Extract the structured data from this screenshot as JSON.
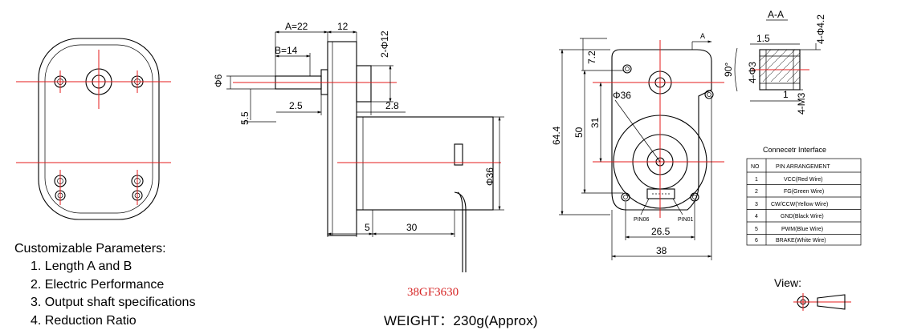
{
  "parameters": {
    "title": "Customizable Parameters:",
    "items": [
      "1. Length   A and B",
      "2. Electric Performance",
      "3. Output shaft specifications",
      "4. Reduction Ratio"
    ]
  },
  "model": "38GF3630",
  "weight": "WEIGHT：230g(Approx)",
  "side_view": {
    "dim_a": "A=22",
    "dim_b": "B=14",
    "dim_12": "12",
    "dim_holes": "2-Φ12",
    "dim_shaft": "Φ6",
    "dim_5_5": "5.5",
    "dim_2_5": "2.5",
    "dim_2_8": "2.8",
    "dim_motor_dia": "Φ36",
    "dim_5": "5",
    "dim_30": "30"
  },
  "rear_view": {
    "dim_7_2": "7.2",
    "dim_64_4": "64.4",
    "dim_50": "50",
    "dim_31": "31",
    "dim_dia36": "Φ36",
    "dim_26_5": "26.5",
    "dim_38": "38",
    "pin_left": "PIN06",
    "pin_right": "PIN01",
    "section_mark": "A"
  },
  "section_view": {
    "title": "A-A",
    "dim_4_4_2": "4-Φ4.2",
    "dim_1_5": "1.5",
    "dim_90": "90°",
    "dim_4_3": "4-Φ3",
    "dim_1": "1",
    "dim_m3": "4-M3"
  },
  "connector": {
    "title": "Connecetr Interface",
    "header_no": "NO",
    "header_pin": "PIN ARRANGEMENT",
    "rows": [
      {
        "no": "1",
        "pin": "VCC(Red Wire)"
      },
      {
        "no": "2",
        "pin": "FG(Green Wire)"
      },
      {
        "no": "3",
        "pin": "CW/CCW(Yellow Wire)"
      },
      {
        "no": "4",
        "pin": "GND(Black Wire)"
      },
      {
        "no": "5",
        "pin": "PWM(Blue Wire)"
      },
      {
        "no": "6",
        "pin": "BRAKE(White Wire)"
      }
    ]
  },
  "view_label": "View:",
  "colors": {
    "centerline": "#e41b1b",
    "model_text": "#d62424",
    "lines": "#000000"
  }
}
